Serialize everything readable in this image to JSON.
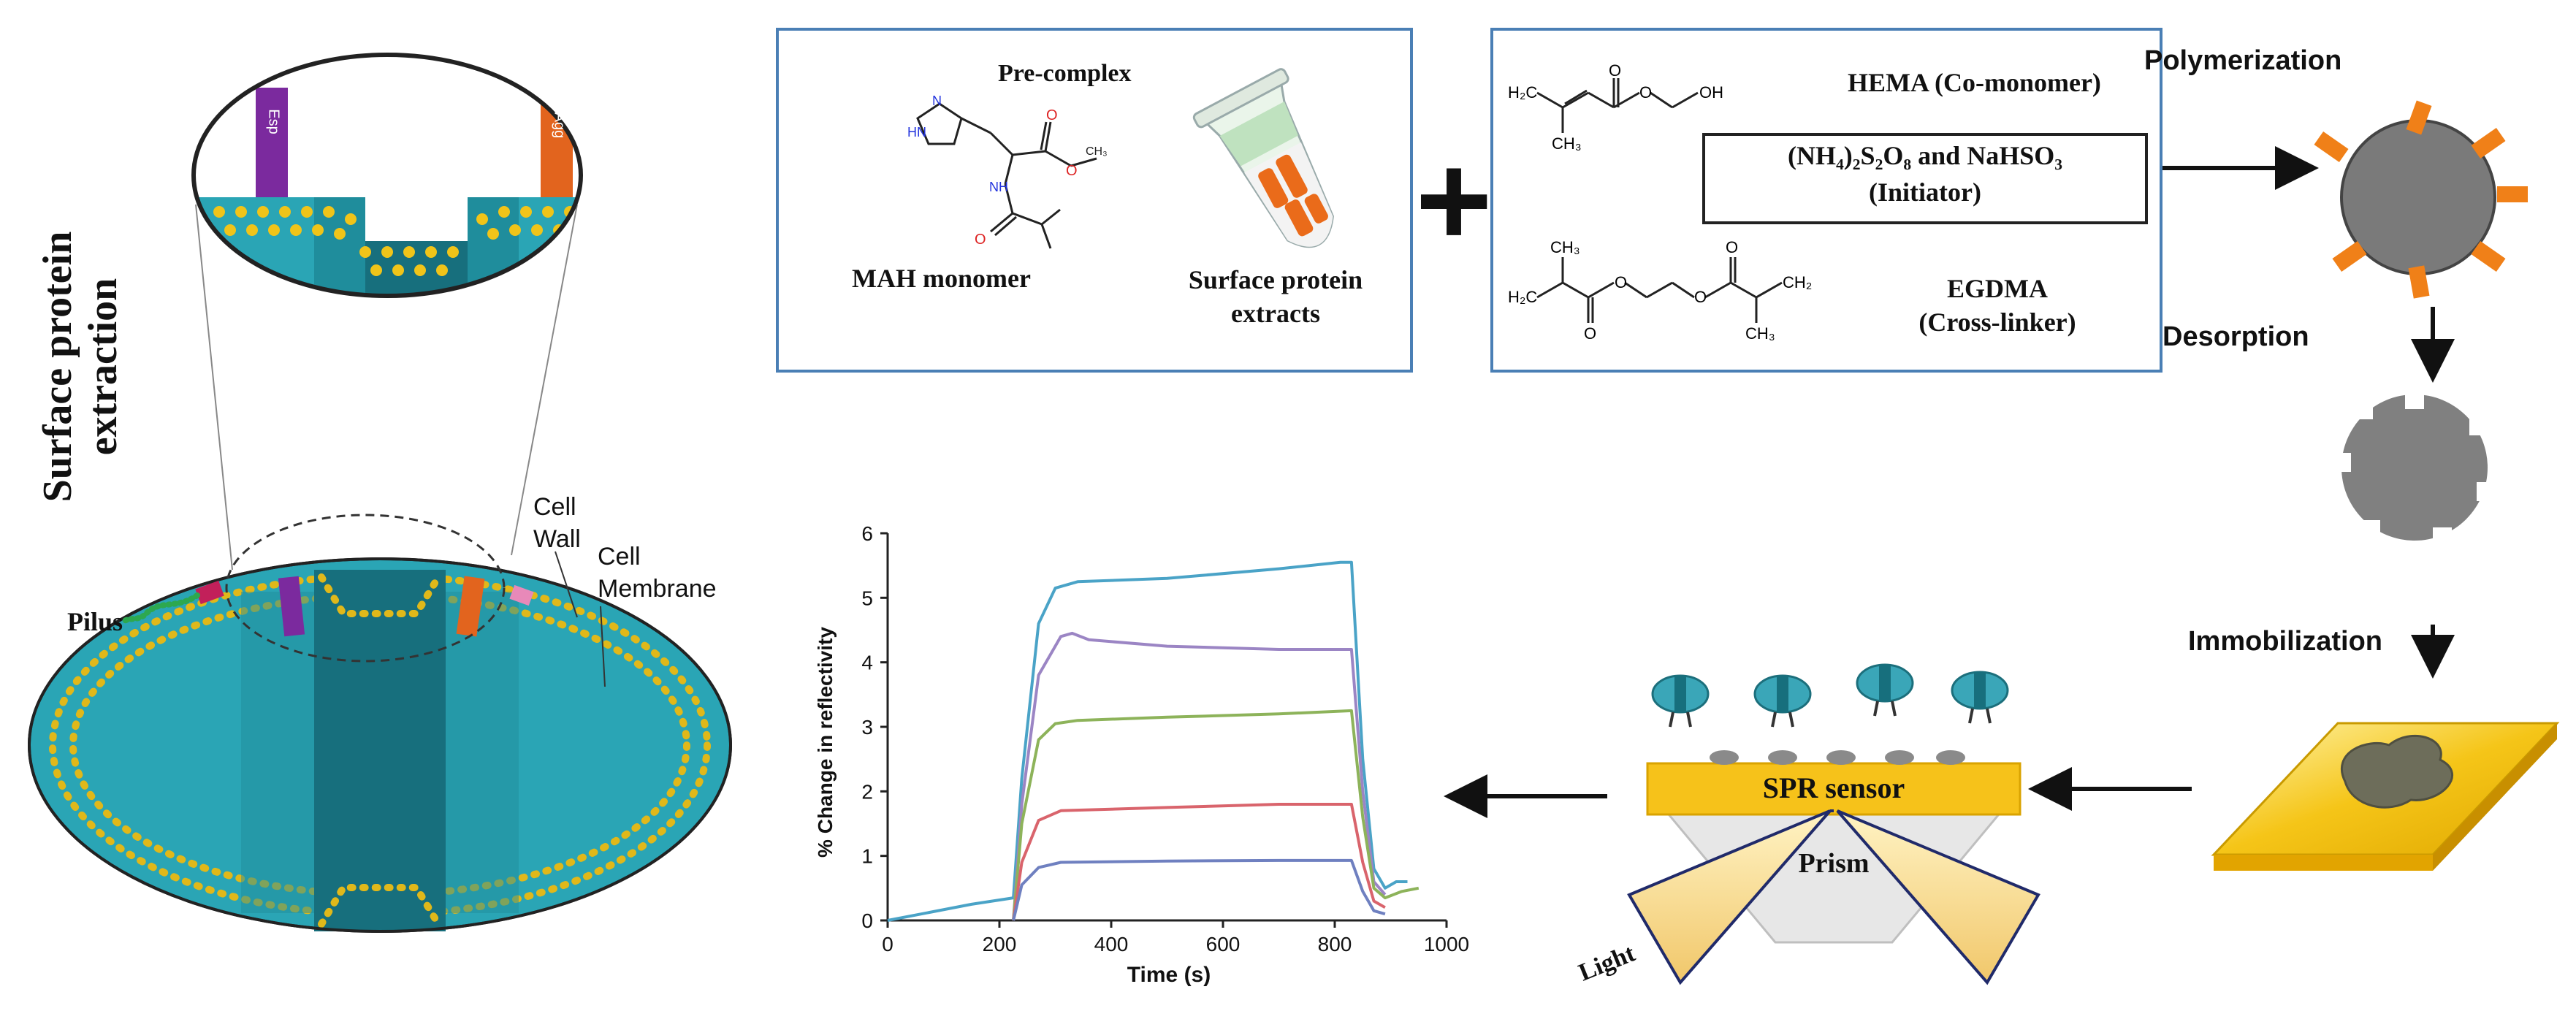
{
  "left": {
    "vertical_label": "Surface protein extraction",
    "esp_label": "Esp",
    "agg_label": "Agg",
    "cell_wall": [
      "Cell",
      "Wall"
    ],
    "cell_membrane": [
      "Cell",
      "Membrane"
    ],
    "pilus": "Pilus"
  },
  "precomplex_box": {
    "title": "Pre-complex",
    "monomer_label": "MAH monomer",
    "extract_label": [
      "Surface protein",
      "extracts"
    ]
  },
  "plus": "+",
  "reagents_box": {
    "hema": "HEMA (Co-monomer)",
    "initiator_line1": "(NH₄)₂S₂O₈ and NaHSO₃",
    "initiator_line2": "(Initiator)",
    "egdma": "EGDMA",
    "egdma_role": "(Cross-linker)"
  },
  "steps": {
    "polymerization": "Polymerization",
    "desorption": "Desorption",
    "immobilization": "Immobilization"
  },
  "spr": {
    "sensor": "SPR sensor",
    "prism": "Prism",
    "light": "Light"
  },
  "chart_data": {
    "type": "line",
    "xlabel": "Time (s)",
    "ylabel": "% Change in reflectivity",
    "xlim": [
      0,
      1000
    ],
    "ylim": [
      0,
      6
    ],
    "xticks": [
      0,
      200,
      400,
      600,
      800,
      1000
    ],
    "yticks": [
      0,
      1,
      2,
      3,
      4,
      5,
      6
    ],
    "grid": false,
    "series": [
      {
        "color": "#4aa3c7",
        "points": [
          [
            0,
            0
          ],
          [
            60,
            0.1
          ],
          [
            150,
            0.25
          ],
          [
            225,
            0.35
          ],
          [
            240,
            2.2
          ],
          [
            270,
            4.6
          ],
          [
            300,
            5.15
          ],
          [
            340,
            5.25
          ],
          [
            500,
            5.3
          ],
          [
            700,
            5.45
          ],
          [
            810,
            5.55
          ],
          [
            830,
            5.55
          ],
          [
            850,
            2.5
          ],
          [
            870,
            0.8
          ],
          [
            890,
            0.5
          ],
          [
            910,
            0.6
          ],
          [
            930,
            0.6
          ]
        ]
      },
      {
        "color": "#9b85c4",
        "points": [
          [
            225,
            0
          ],
          [
            240,
            1.8
          ],
          [
            270,
            3.8
          ],
          [
            310,
            4.4
          ],
          [
            330,
            4.45
          ],
          [
            360,
            4.35
          ],
          [
            500,
            4.25
          ],
          [
            700,
            4.2
          ],
          [
            830,
            4.2
          ],
          [
            850,
            2.0
          ],
          [
            870,
            0.6
          ],
          [
            890,
            0.4
          ]
        ]
      },
      {
        "color": "#8db35a",
        "points": [
          [
            225,
            0
          ],
          [
            240,
            1.5
          ],
          [
            270,
            2.8
          ],
          [
            300,
            3.05
          ],
          [
            340,
            3.1
          ],
          [
            500,
            3.15
          ],
          [
            700,
            3.2
          ],
          [
            830,
            3.25
          ],
          [
            850,
            1.6
          ],
          [
            870,
            0.5
          ],
          [
            890,
            0.35
          ],
          [
            920,
            0.45
          ],
          [
            950,
            0.5
          ]
        ]
      },
      {
        "color": "#d9646c",
        "points": [
          [
            225,
            0
          ],
          [
            240,
            0.9
          ],
          [
            270,
            1.55
          ],
          [
            310,
            1.7
          ],
          [
            500,
            1.75
          ],
          [
            700,
            1.8
          ],
          [
            830,
            1.8
          ],
          [
            850,
            0.9
          ],
          [
            870,
            0.3
          ],
          [
            890,
            0.2
          ]
        ]
      },
      {
        "color": "#6f80c0",
        "points": [
          [
            225,
            0
          ],
          [
            240,
            0.55
          ],
          [
            270,
            0.82
          ],
          [
            310,
            0.9
          ],
          [
            500,
            0.92
          ],
          [
            700,
            0.93
          ],
          [
            830,
            0.93
          ],
          [
            850,
            0.45
          ],
          [
            870,
            0.15
          ],
          [
            890,
            0.1
          ]
        ]
      }
    ]
  }
}
